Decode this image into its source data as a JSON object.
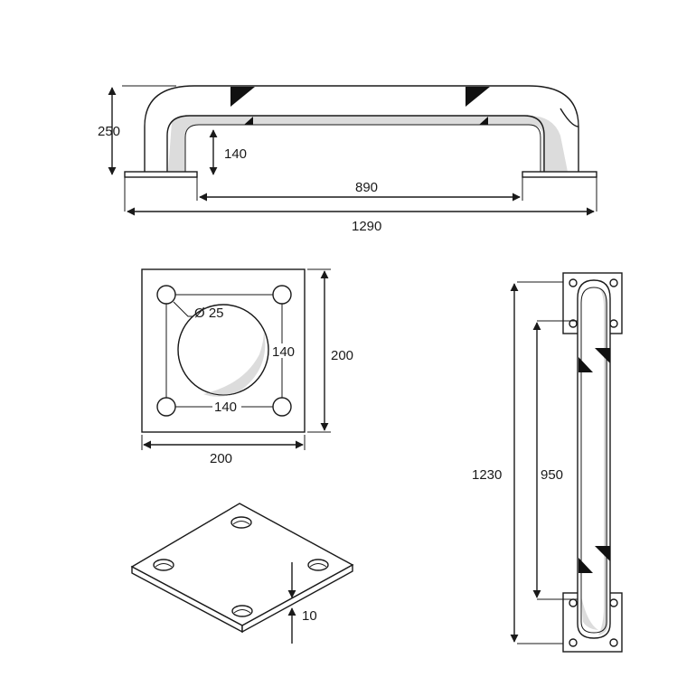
{
  "colors": {
    "line": "#1a1a1a",
    "shade": "#dcdcdc",
    "marker": "#111111",
    "background": "#ffffff"
  },
  "dims": {
    "overall_height": "250",
    "inner_height": "140",
    "inner_width": "890",
    "overall_width": "1290",
    "hole_diameter": "Ø 25",
    "hole_spacing_v": "140",
    "hole_spacing_h": "140",
    "plate_height": "200",
    "plate_width": "200",
    "plate_thickness": "10",
    "vertical_total": "1230",
    "vertical_inner": "950"
  }
}
